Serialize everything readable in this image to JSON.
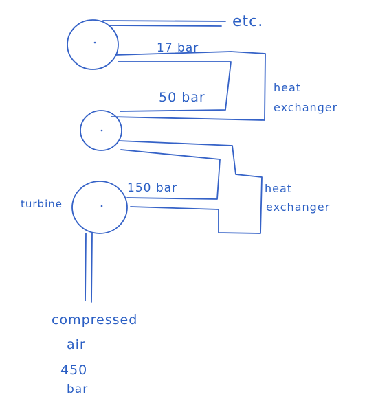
{
  "colors": {
    "ink": "#3562c7",
    "paper": "#ffffff"
  },
  "labels": {
    "etc": "etc.",
    "p17": "17 bar",
    "p50": "50 bar",
    "p150": "150 bar",
    "hx1_line1": "heat",
    "hx1_line2": "exchanger",
    "hx2_line1": "heat",
    "hx2_line2": "exchanger",
    "turbine": "turbine",
    "input_line1": "compressed",
    "input_line2": "air",
    "input_line3": "450",
    "input_line4": "bar"
  }
}
